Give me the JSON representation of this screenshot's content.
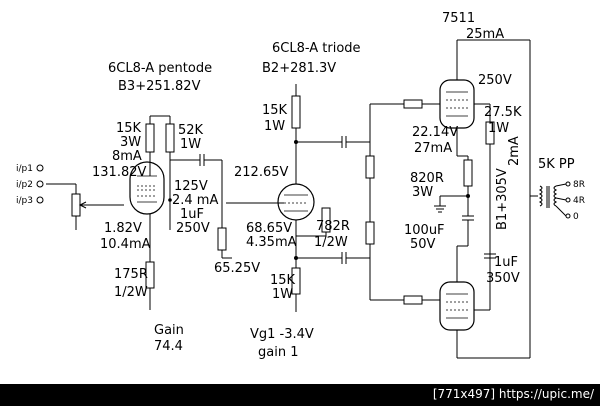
{
  "labels": {
    "pentode_title": "6CL8-A pentode",
    "b3": "B3+251.82V",
    "triode_title": "6CL8-A triode",
    "b2": "B2+281.3V",
    "tube_7511": "7511",
    "current_25ma": "25mA",
    "v250": "250V",
    "r15k_3w": "15K",
    "w3": "3W",
    "ma8": "8mA",
    "r52k": "52K",
    "w1a": "1W",
    "v131": "131.82V",
    "v125": "125V",
    "ma2_4": "2.4 mA",
    "cap1uf": "1uF",
    "v250b": "250V",
    "v1_82": "1.82V",
    "ma10_4": "10.4mA",
    "r175": "175R",
    "w_half_a": "1/2W",
    "gain_label": "Gain",
    "gain_value": "74.4",
    "r15k_b": "15K",
    "w1b": "1W",
    "v212": "212.65V",
    "v68": "68.65V",
    "ma4_35": "4.35mA",
    "r782": "782R",
    "w_half_b": "1/2W",
    "v65": "65.25V",
    "r15k_c": "15K",
    "w1c": "1W",
    "vg1": "Vg1 -3.4V",
    "gain1": "gain 1",
    "v22": "22.14V",
    "ma27": "27mA",
    "r27k": "27.5K",
    "w1d": "1W",
    "ma2": "2mA",
    "b1": "B1+305V",
    "r820": "820R",
    "w3b": "3W",
    "cap100": "100uF",
    "v50": "50V",
    "cap1uf_b": "1uF",
    "v350": "350V",
    "pp5k": "5K PP",
    "t8r": "8R",
    "t4r": "4R",
    "t0": "0",
    "ip1": "i/p1",
    "ip2": "i/p2",
    "ip3": "i/p3",
    "footer": "[771x497] https://upic.me/"
  }
}
